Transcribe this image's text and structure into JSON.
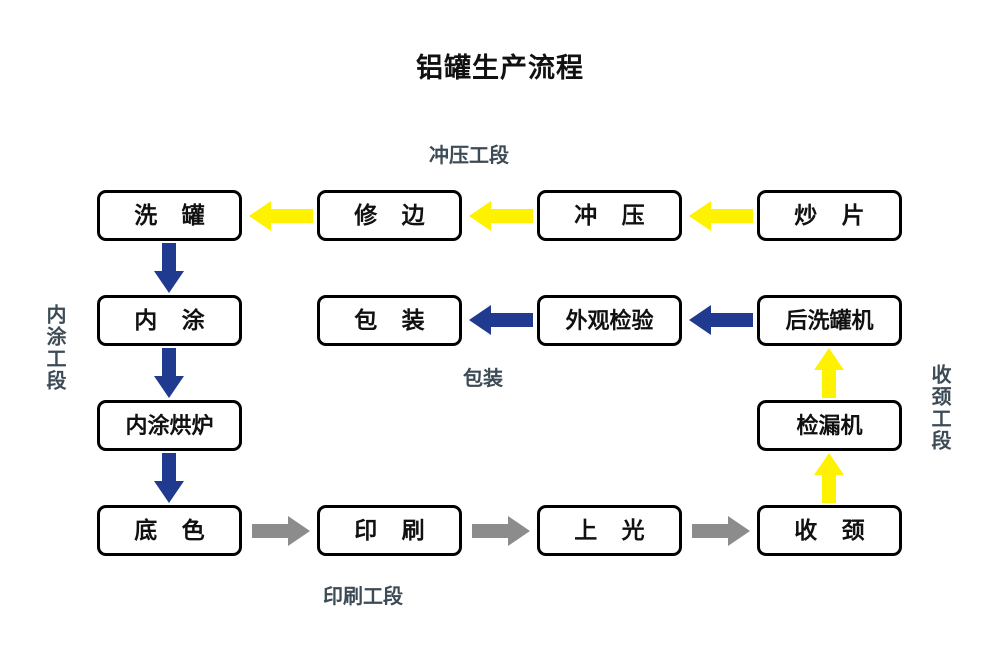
{
  "title": "铝罐生产流程",
  "colors": {
    "yellow": "#FFF200",
    "blue": "#1F3A8F",
    "gray": "#8C8C8C",
    "box_border": "#000000",
    "label": "#3C4B55",
    "background": "#FFFFFF"
  },
  "sections": {
    "stamping": "冲压工段",
    "inner_coating": "内涂工段",
    "packaging": "包装",
    "necking": "收颈工段",
    "printing": "印刷工段"
  },
  "nodes": {
    "wash_can": "洗 罐",
    "trim": "修 边",
    "stamp": "冲 压",
    "cut_sheet": "炒 片",
    "inner_coat": "内 涂",
    "package": "包 装",
    "visual_inspect": "外观检验",
    "post_washer": "后洗罐机",
    "inner_coat_oven": "内涂烘炉",
    "leak_tester": "检漏机",
    "base_color": "底 色",
    "print": "印 刷",
    "varnish": "上 光",
    "necking": "收 颈"
  },
  "flow": {
    "stamping_arrows": [
      "炒片→冲压",
      "冲压→修边",
      "修边→洗罐"
    ],
    "inner_coating_arrows": [
      "洗罐→内涂",
      "内涂→内涂烘炉",
      "内涂烘炉→底色"
    ],
    "printing_arrows": [
      "底色→印刷",
      "印刷→上光",
      "上光→收颈"
    ],
    "necking_arrows": [
      "收颈→检漏机",
      "检漏机→后洗罐机"
    ],
    "packaging_arrows": [
      "后洗罐机→外观检验",
      "外观检验→包装"
    ]
  }
}
